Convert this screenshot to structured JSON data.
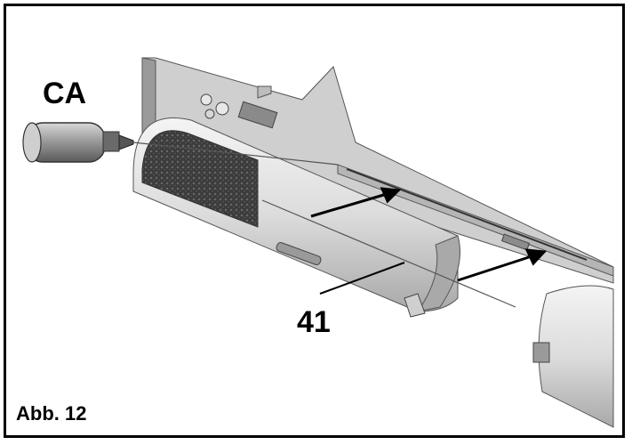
{
  "figure": {
    "callout_ca": "CA",
    "callout_part": "41",
    "caption": "Abb. 12"
  },
  "colors": {
    "frame": "#000000",
    "part_light": "#e6e6e6",
    "part_mid": "#bdbdbd",
    "part_dark": "#7a7a7a",
    "foam": "#4a4a4a",
    "arrow": "#000000"
  },
  "icons": [
    "glue-bottle-icon",
    "pointer-arrow-icon"
  ]
}
